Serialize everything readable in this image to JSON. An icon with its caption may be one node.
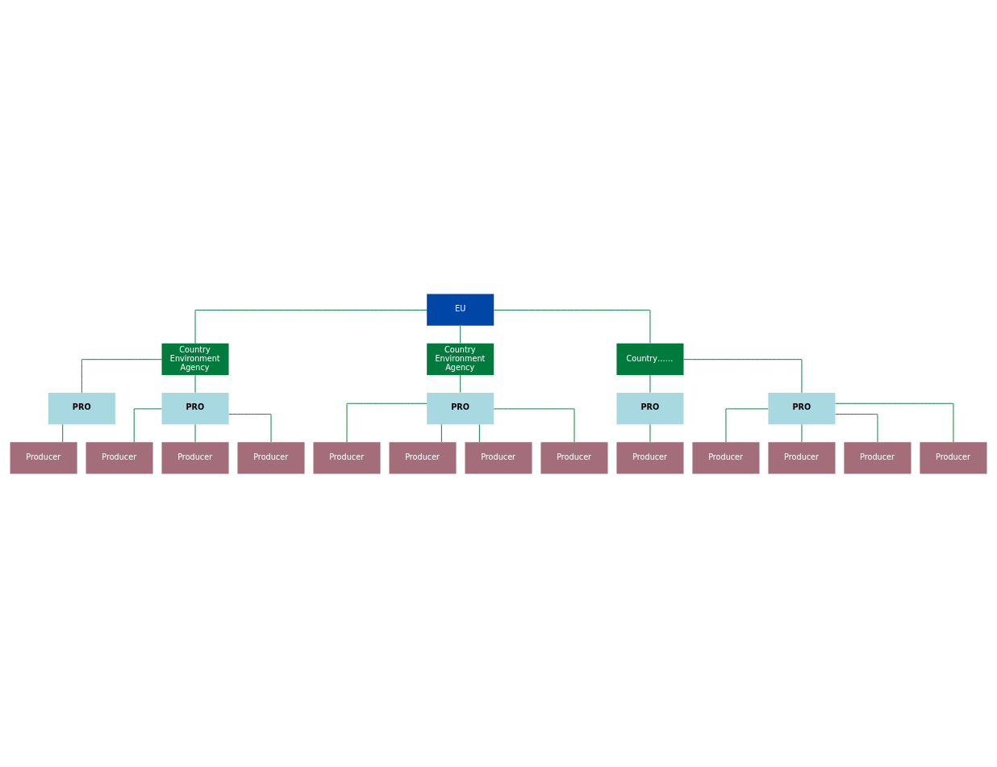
{
  "diagram": {
    "nodes": [
      {
        "text": [
          "EU"
        ]
      },
      {
        "text": [
          "Country Environment Agency"
        ]
      },
      {
        "text": [
          "Country Environment Agency"
        ]
      },
      {
        "text": [
          "Country……"
        ]
      },
      {
        "text": [
          "PRO"
        ]
      },
      {
        "text": [
          "PRO"
        ]
      },
      {
        "text": [
          "PRO"
        ]
      },
      {
        "text": [
          "PRO"
        ]
      },
      {
        "text": [
          "PRO"
        ]
      },
      {
        "text": [
          "Producer"
        ]
      },
      {
        "text": [
          "Producer"
        ]
      },
      {
        "text": [
          "Producer"
        ]
      },
      {
        "text": [
          "Producer"
        ]
      },
      {
        "text": [
          "Producer"
        ]
      },
      {
        "text": [
          "Producer"
        ]
      },
      {
        "text": [
          "Producer"
        ]
      },
      {
        "text": [
          "Producer"
        ]
      },
      {
        "text": [
          "Producer"
        ]
      },
      {
        "text": [
          "Producer"
        ]
      },
      {
        "text": [
          "Producer"
        ]
      },
      {
        "text": [
          "Producer"
        ]
      },
      {
        "text": [
          "Producer"
        ]
      }
    ],
    "edges": [
      {
        "from": 0,
        "to": 1,
        "arrow": "none"
      },
      {
        "from": 0,
        "to": 2,
        "arrow": "none"
      },
      {
        "from": 0,
        "to": 3,
        "arrow": "none"
      },
      {
        "from": 1,
        "to": 4,
        "arrow": "none"
      },
      {
        "from": 1,
        "to": 5,
        "arrow": "none"
      },
      {
        "from": 2,
        "to": 6,
        "arrow": "none"
      },
      {
        "from": 3,
        "to": 7,
        "arrow": "none"
      },
      {
        "from": 3,
        "to": 8,
        "arrow": "none"
      },
      {
        "from": 4,
        "to": 9,
        "arrow": "none"
      },
      {
        "from": 5,
        "to": 10,
        "arrow": "none"
      },
      {
        "from": 5,
        "to": 11,
        "arrow": "none"
      },
      {
        "from": 5,
        "to": 12,
        "arrow": "none"
      },
      {
        "from": 6,
        "to": 13,
        "arrow": "none"
      },
      {
        "from": 6,
        "to": 14,
        "arrow": "none"
      },
      {
        "from": 6,
        "to": 15,
        "arrow": "none"
      },
      {
        "from": 6,
        "to": 16,
        "arrow": "none"
      },
      {
        "from": 7,
        "to": 17,
        "arrow": "none"
      },
      {
        "from": 8,
        "to": 18,
        "arrow": "none"
      },
      {
        "from": 8,
        "to": 19,
        "arrow": "none"
      },
      {
        "from": 8,
        "to": 20,
        "arrow": "none"
      },
      {
        "from": 8,
        "to": 21,
        "arrow": "none"
      }
    ]
  }
}
